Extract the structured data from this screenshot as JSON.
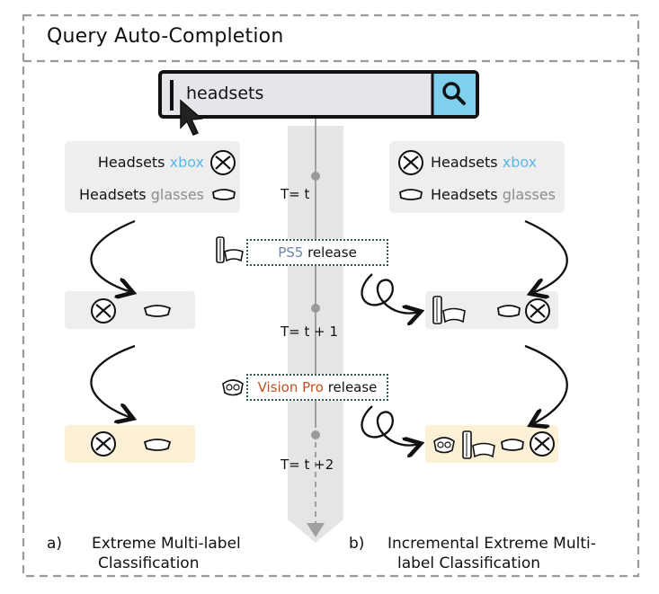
{
  "title": "Query Auto-Completion",
  "search": {
    "query": "headsets"
  },
  "left_panel": {
    "suggestions": [
      {
        "prefix": "Headsets ",
        "keyword": "xbox"
      },
      {
        "prefix": "Headsets ",
        "keyword": "glasses"
      }
    ]
  },
  "right_panel": {
    "suggestions": [
      {
        "prefix": "Headsets ",
        "keyword": "xbox"
      },
      {
        "prefix": "Headsets ",
        "keyword": "glasses"
      }
    ]
  },
  "timeline": {
    "steps": [
      "T= t",
      "T= t + 1",
      "T= t +2"
    ],
    "events": [
      {
        "name": "PS5",
        "suffix": " release"
      },
      {
        "name": "Vision Pro",
        "suffix": " release"
      }
    ]
  },
  "captions": {
    "left": {
      "letter": "a)",
      "line1": "Extreme Multi-label",
      "line2": "Classification"
    },
    "right": {
      "letter": "b)",
      "line1": "Incremental Extreme Multi-",
      "line2": "label Classification"
    }
  },
  "colors": {
    "search_bar": "#e4e6ea",
    "search_button": "#7fd0ee",
    "card_gray": "#eeeeee",
    "card_yellow": "#fcf1d6",
    "xbox_blue": "#5cb8e6",
    "event_border": "#2e5b4a",
    "ps5_color": "#6e86a8",
    "vision_pro_color": "#c4501e"
  }
}
